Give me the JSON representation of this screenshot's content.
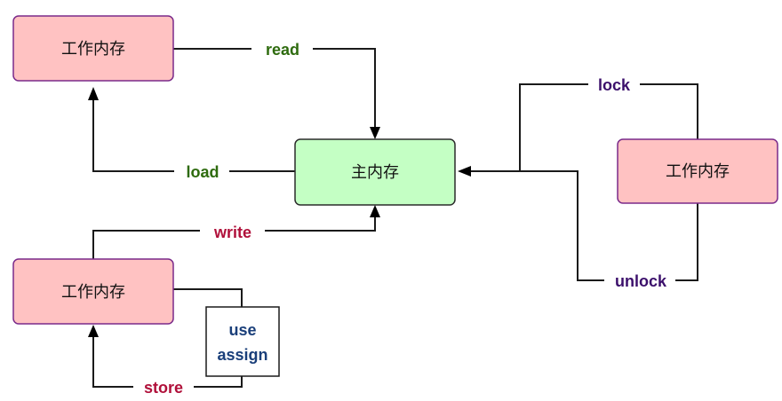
{
  "nodes": {
    "work_memory_top_left": "工作内存",
    "main_memory": "主内存",
    "work_memory_right": "工作内存",
    "work_memory_bottom_left": "工作内存"
  },
  "ops": {
    "read": "read",
    "load": "load",
    "write": "write",
    "store": "store",
    "use": "use",
    "assign": "assign",
    "lock": "lock",
    "unlock": "unlock"
  },
  "colors": {
    "work_memory_fill": "#ffc2c2",
    "work_memory_border": "#7a2a8a",
    "main_memory_fill": "#c4ffc4",
    "main_memory_border": "#2b2b2b",
    "green_label": "#2e6b0e",
    "red_label": "#b0103a",
    "purple_label": "#3b0f6b",
    "blue_label": "#1a3f7a"
  }
}
